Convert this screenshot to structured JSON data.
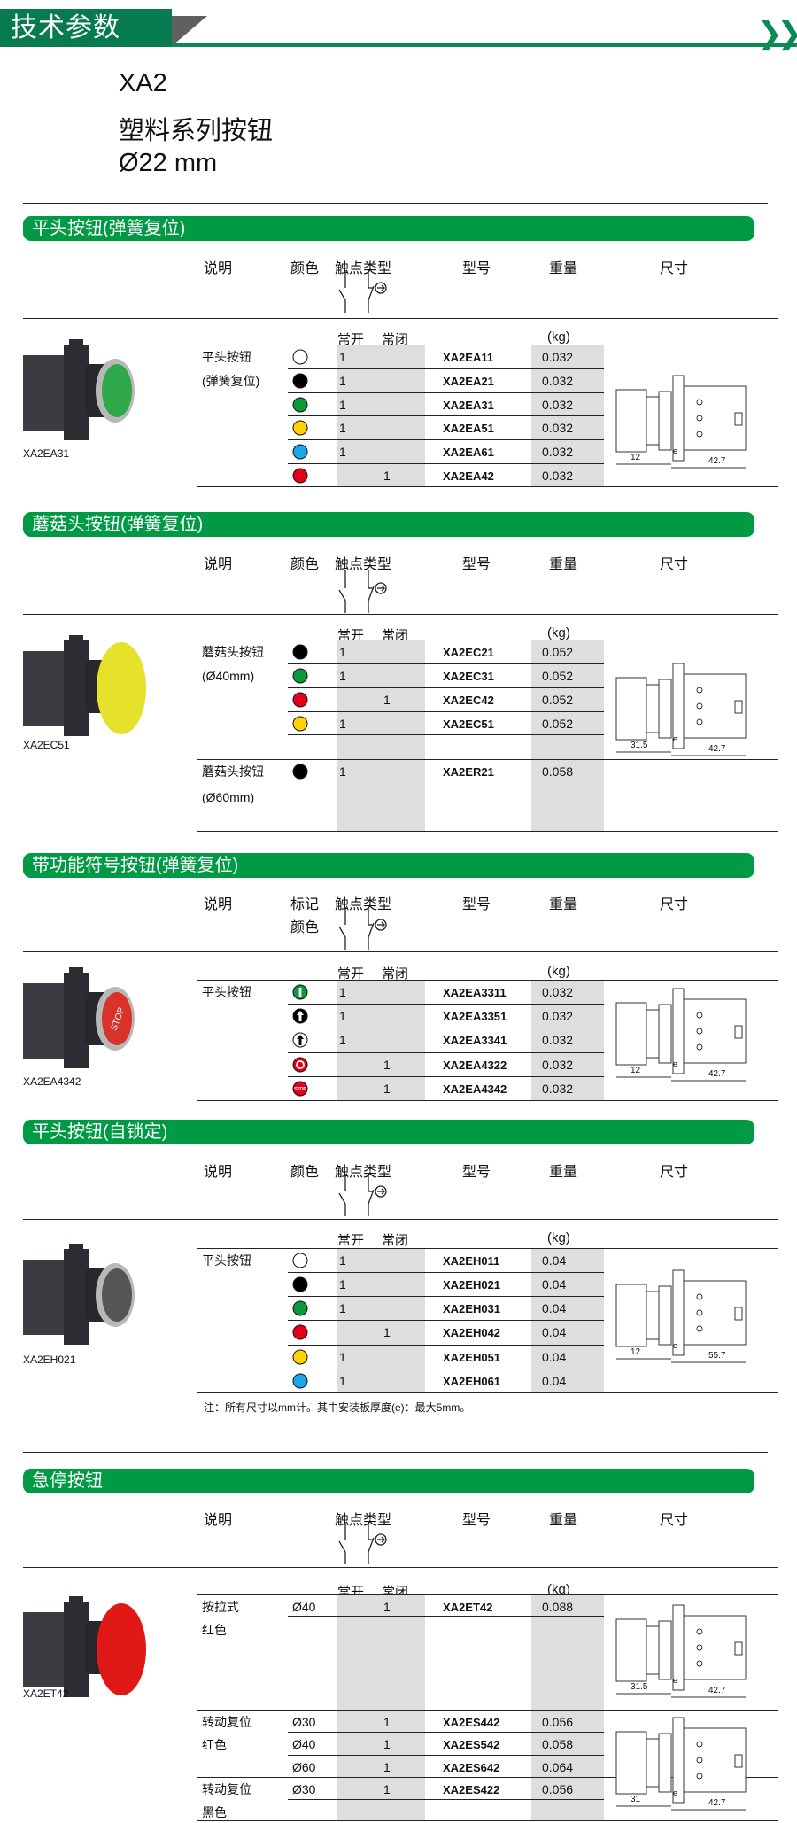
{
  "header": {
    "title": "技术参数",
    "next_icon": "double-chevron-right"
  },
  "product": {
    "series": "XA2",
    "name": "塑料系列按钮",
    "size": "Ø22 mm"
  },
  "colors": {
    "header_green": "#087a50",
    "bar_green": "#009a44",
    "shade": "#dedede"
  },
  "sections": [
    {
      "title": "平头按钮(弹簧复位)",
      "columns": {
        "desc": "说明",
        "color": "颜色",
        "contact": "触点类型",
        "model": "型号",
        "weight": "重量",
        "dim": "尺寸"
      },
      "sub": {
        "no": "常开",
        "nc": "常闭",
        "unit": "(kg)"
      },
      "photo_label": "XA2EA31",
      "drawings": [
        {
          "dims": [
            "12",
            "e",
            "42.7"
          ]
        }
      ],
      "rows": [
        {
          "desc": "平头按钮",
          "color": "white",
          "no": "1",
          "nc": "",
          "model": "XA2EA11",
          "weight": "0.032"
        },
        {
          "desc": "(弹簧复位)",
          "color": "black",
          "no": "1",
          "nc": "",
          "model": "XA2EA21",
          "weight": "0.032"
        },
        {
          "desc": "",
          "color": "green",
          "no": "1",
          "nc": "",
          "model": "XA2EA31",
          "weight": "0.032"
        },
        {
          "desc": "",
          "color": "yellow",
          "no": "1",
          "nc": "",
          "model": "XA2EA51",
          "weight": "0.032"
        },
        {
          "desc": "",
          "color": "blue",
          "no": "1",
          "nc": "",
          "model": "XA2EA61",
          "weight": "0.032"
        },
        {
          "desc": "",
          "color": "red",
          "no": "",
          "nc": "1",
          "model": "XA2EA42",
          "weight": "0.032"
        }
      ]
    },
    {
      "title": "蘑菇头按钮(弹簧复位)",
      "columns": {
        "desc": "说明",
        "color": "颜色",
        "contact": "触点类型",
        "model": "型号",
        "weight": "重量",
        "dim": "尺寸"
      },
      "sub": {
        "no": "常开",
        "nc": "常闭",
        "unit": "(kg)"
      },
      "photo_label": "XA2EC51",
      "drawings": [
        {
          "dims": [
            "31.5",
            "e",
            "42.7"
          ]
        }
      ],
      "rows": [
        {
          "desc": "蘑菇头按钮",
          "color": "black",
          "no": "1",
          "nc": "",
          "model": "XA2EC21",
          "weight": "0.052"
        },
        {
          "desc": "(Ø40mm)",
          "color": "green",
          "no": "1",
          "nc": "",
          "model": "XA2EC31",
          "weight": "0.052"
        },
        {
          "desc": "",
          "color": "red",
          "no": "",
          "nc": "1",
          "model": "XA2EC42",
          "weight": "0.052"
        },
        {
          "desc": "",
          "color": "yellow",
          "no": "1",
          "nc": "",
          "model": "XA2EC51",
          "weight": "0.052"
        },
        {
          "desc": "蘑菇头按钮",
          "desc2": "(Ø60mm)",
          "color": "black",
          "no": "1",
          "nc": "",
          "model": "XA2ER21",
          "weight": "0.058"
        }
      ]
    },
    {
      "title": "带功能符号按钮(弹簧复位)",
      "columns": {
        "desc": "说明",
        "color": "标记",
        "color2": "颜色",
        "contact": "触点类型",
        "model": "型号",
        "weight": "重量",
        "dim": "尺寸"
      },
      "sub": {
        "no": "常开",
        "nc": "常闭",
        "unit": "(kg)"
      },
      "photo_label": "XA2EA4342",
      "drawings": [
        {
          "dims": [
            "12",
            "e",
            "42.7"
          ]
        }
      ],
      "rows": [
        {
          "desc": "平头按钮",
          "color": "symbol-i-green",
          "no": "1",
          "nc": "",
          "model": "XA2EA3311",
          "weight": "0.032"
        },
        {
          "desc": "",
          "color": "symbol-up-black",
          "no": "1",
          "nc": "",
          "model": "XA2EA3351",
          "weight": "0.032"
        },
        {
          "desc": "",
          "color": "symbol-up-white",
          "no": "1",
          "nc": "",
          "model": "XA2EA3341",
          "weight": "0.032"
        },
        {
          "desc": "",
          "color": "symbol-o-red",
          "no": "",
          "nc": "1",
          "model": "XA2EA4322",
          "weight": "0.032"
        },
        {
          "desc": "",
          "color": "symbol-stop-red",
          "symbol_text": "STOP",
          "no": "",
          "nc": "1",
          "model": "XA2EA4342",
          "weight": "0.032"
        }
      ]
    },
    {
      "title": "平头按钮(自锁定)",
      "columns": {
        "desc": "说明",
        "color": "颜色",
        "contact": "触点类型",
        "model": "型号",
        "weight": "重量",
        "dim": "尺寸"
      },
      "sub": {
        "no": "常开",
        "nc": "常闭",
        "unit": "(kg)"
      },
      "photo_label": "XA2EH021",
      "drawings": [
        {
          "dims": [
            "12",
            "e",
            "55.7"
          ]
        }
      ],
      "rows": [
        {
          "desc": "平头按钮",
          "color": "white",
          "no": "1",
          "nc": "",
          "model": "XA2EH011",
          "weight": "0.04"
        },
        {
          "desc": "",
          "color": "black",
          "no": "1",
          "nc": "",
          "model": "XA2EH021",
          "weight": "0.04"
        },
        {
          "desc": "",
          "color": "green",
          "no": "1",
          "nc": "",
          "model": "XA2EH031",
          "weight": "0.04"
        },
        {
          "desc": "",
          "color": "red",
          "no": "",
          "nc": "1",
          "model": "XA2EH042",
          "weight": "0.04"
        },
        {
          "desc": "",
          "color": "yellow",
          "no": "1",
          "nc": "",
          "model": "XA2EH051",
          "weight": "0.04"
        },
        {
          "desc": "",
          "color": "blue",
          "no": "1",
          "nc": "",
          "model": "XA2EH061",
          "weight": "0.04"
        }
      ],
      "note": "注：所有尺寸以mm计。其中安装板厚度(e)：最大5mm。"
    },
    {
      "title": "急停按钮",
      "columns": {
        "desc": "说明",
        "contact": "触点类型",
        "model": "型号",
        "weight": "重量",
        "dim": "尺寸"
      },
      "sub": {
        "no": "常开",
        "nc": "常闭",
        "unit": "(kg)"
      },
      "photo_label": "XA2ET42",
      "drawings": [
        {
          "dims": [
            "31.5",
            "e",
            "42.7"
          ]
        },
        {
          "dims": [
            "31",
            "e",
            "42.7"
          ]
        }
      ],
      "rows": [
        {
          "desc": "按拉式",
          "desc2": "红色",
          "dia": "Ø40",
          "no": "",
          "nc": "1",
          "model": "XA2ET42",
          "weight": "0.088"
        },
        {
          "desc": "转动复位",
          "desc2": "红色",
          "dia": "Ø30",
          "no": "",
          "nc": "1",
          "model": "XA2ES442",
          "weight": "0.056"
        },
        {
          "desc": "",
          "dia": "Ø40",
          "no": "",
          "nc": "1",
          "model": "XA2ES542",
          "weight": "0.058"
        },
        {
          "desc": "",
          "dia": "Ø60",
          "no": "",
          "nc": "1",
          "model": "XA2ES642",
          "weight": "0.064"
        },
        {
          "desc": "转动复位",
          "desc2": "黑色",
          "dia": "Ø30",
          "no": "",
          "nc": "1",
          "model": "XA2ES422",
          "weight": "0.056"
        }
      ]
    }
  ]
}
